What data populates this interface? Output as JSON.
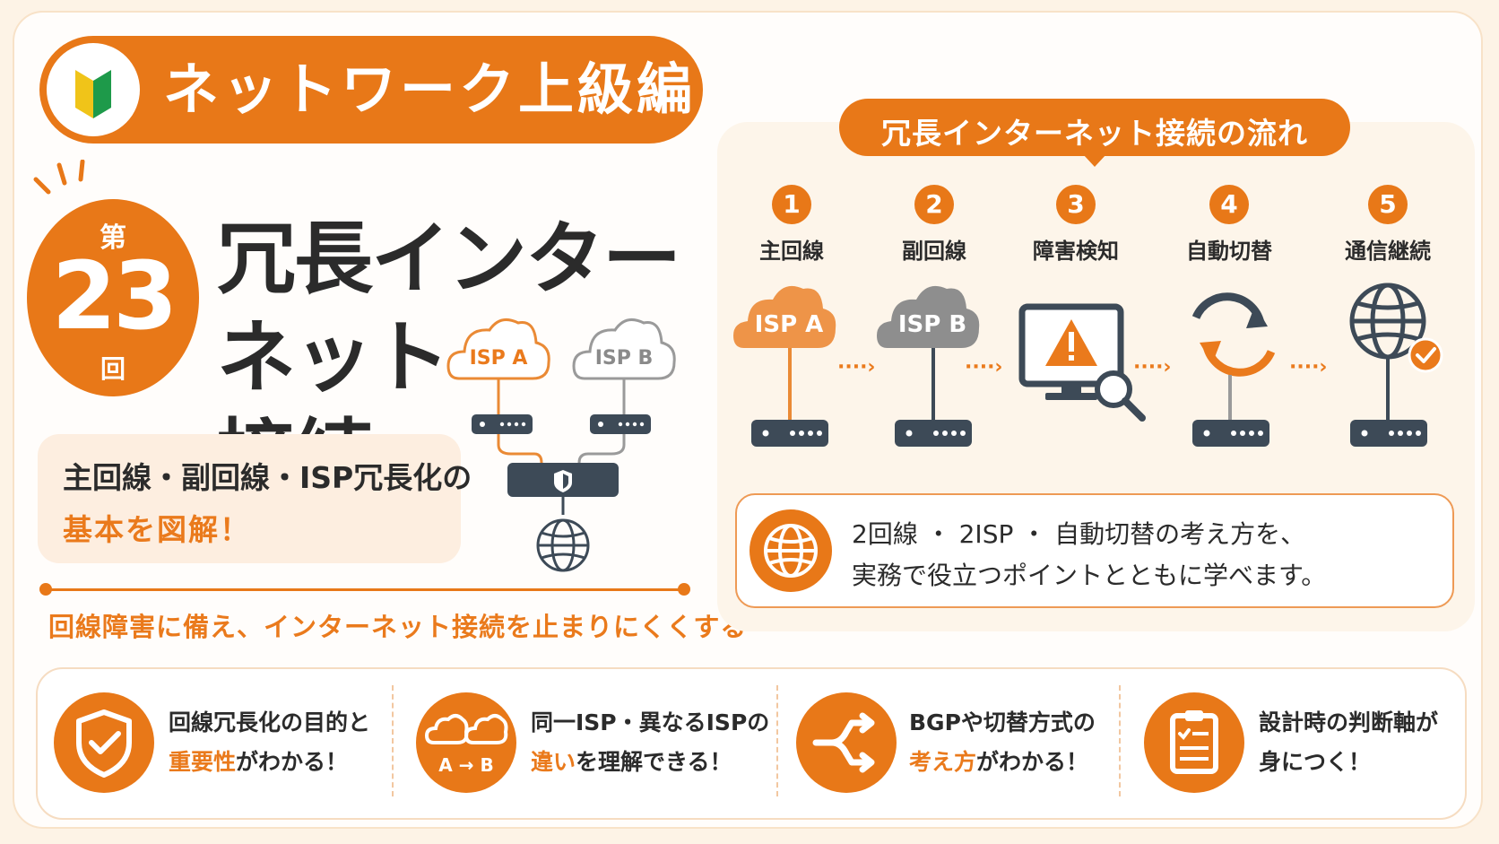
{
  "header": {
    "category_title": "ネットワーク上級編"
  },
  "episode": {
    "prefix": "第",
    "number": "23",
    "suffix": "回"
  },
  "main_title": {
    "line1": "冗長インターネット",
    "line2": "接続"
  },
  "subtitle": {
    "line1": "主回線・副回線・ISP冗長化の",
    "line2": "基本を図解！"
  },
  "tagline": "回線障害に備え、インターネット接続を止まりにくくする",
  "diagram": {
    "isp_a": "ISP A",
    "isp_b": "ISP B"
  },
  "flow": {
    "title": "冗長インターネット接続の流れ",
    "steps": [
      {
        "num": "1",
        "label": "主回線",
        "cloud": "ISP A"
      },
      {
        "num": "2",
        "label": "副回線",
        "cloud": "ISP B"
      },
      {
        "num": "3",
        "label": "障害検知"
      },
      {
        "num": "4",
        "label": "自動切替"
      },
      {
        "num": "5",
        "label": "通信継続"
      }
    ],
    "info_line1": "2回線 ・ 2ISP ・ 自動切替の考え方を、",
    "info_line2": "実務で役立つポイントとともに学べます。"
  },
  "features": [
    {
      "line1": "回線冗長化の目的と",
      "hl": "重要性",
      "rest": "がわかる！",
      "icon": "shield-check-icon"
    },
    {
      "line1": "同一ISP・異なるISPの",
      "hl": "違い",
      "rest": "を理解できる！",
      "icon": "isp-compare-icon",
      "icon_text": "A → B"
    },
    {
      "line1": "BGPや切替方式の",
      "hl": "考え方",
      "rest": "がわかる！",
      "icon": "route-switch-icon"
    },
    {
      "line1": "設計時の判断軸が",
      "hl": "",
      "rest": "身につく！",
      "icon": "clipboard-icon"
    }
  ],
  "colors": {
    "accent": "#e87818",
    "text": "#2b2b2b",
    "gray": "#8a8a8a",
    "panel": "#fdf5ea"
  }
}
